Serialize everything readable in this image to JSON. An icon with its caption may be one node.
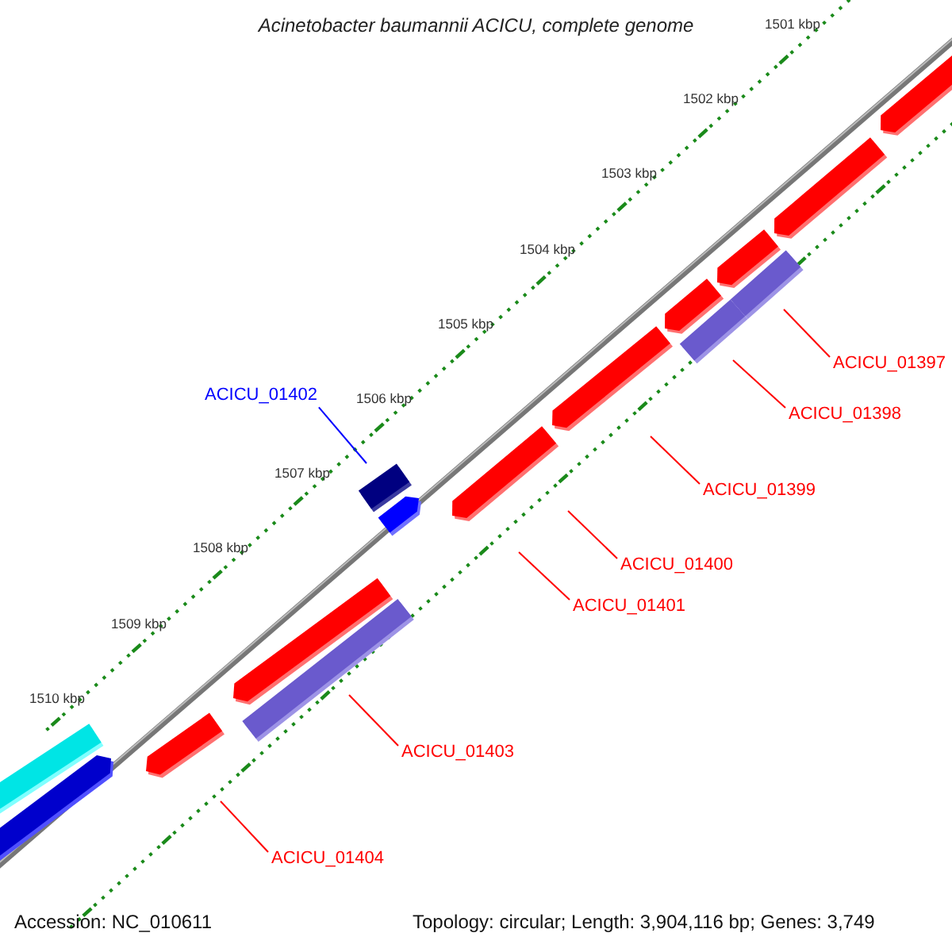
{
  "diagram": {
    "title": "Acinetobacter baumannii ACICU, complete genome",
    "nodes": [
      {
        "text": [
          "ACICU_01397"
        ]
      },
      {
        "text": [
          "ACICU_01398"
        ]
      },
      {
        "text": [
          "ACICU_01399"
        ]
      },
      {
        "text": [
          "ACICU_01400"
        ]
      },
      {
        "text": [
          "ACICU_01401"
        ]
      },
      {
        "text": [
          "ACICU_01402"
        ]
      },
      {
        "text": [
          "ACICU_01403"
        ]
      },
      {
        "text": [
          "ACICU_01404"
        ]
      }
    ],
    "edges": [
      {
        "from": 0,
        "to": null,
        "arrow": "none"
      },
      {
        "from": 1,
        "to": null,
        "arrow": "none"
      },
      {
        "from": 2,
        "to": null,
        "arrow": "none"
      },
      {
        "from": 3,
        "to": null,
        "arrow": "none"
      },
      {
        "from": 4,
        "to": null,
        "arrow": "none"
      },
      {
        "from": 5,
        "to": null,
        "arrow": "none",
        "color": "#0000ff"
      },
      {
        "from": 6,
        "to": null,
        "arrow": "none"
      },
      {
        "from": 7,
        "to": null,
        "arrow": "none"
      }
    ],
    "labels": [
      "1501 kbp",
      "1502 kbp",
      "1503 kbp",
      "1504 kbp",
      "1505 kbp",
      "1506 kbp",
      "1507 kbp",
      "1508 kbp",
      "1509 kbp",
      "1510 kbp",
      "Accession: NC_010611",
      "Topology: circular; Length: 3,904,116 bp; Genes: 3,749"
    ]
  }
}
